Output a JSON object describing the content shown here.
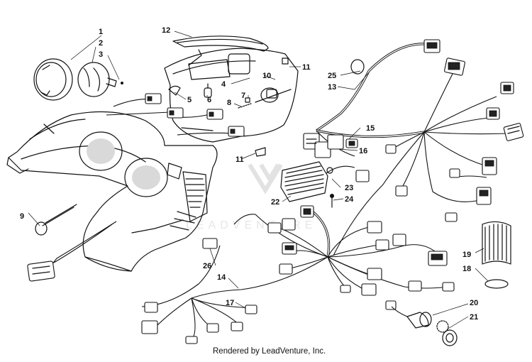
{
  "diagram": {
    "title": "",
    "footer": "Rendered by LeadVenture, Inc.",
    "watermark_text": "LEADVENTURE",
    "labels": [
      {
        "id": "1",
        "text": "1"
      },
      {
        "id": "2",
        "text": "2"
      },
      {
        "id": "3",
        "text": "3"
      },
      {
        "id": "4",
        "text": "4"
      },
      {
        "id": "5",
        "text": "5"
      },
      {
        "id": "6",
        "text": "6"
      },
      {
        "id": "7",
        "text": "7"
      },
      {
        "id": "8",
        "text": "8"
      },
      {
        "id": "9",
        "text": "9"
      },
      {
        "id": "10",
        "text": "10"
      },
      {
        "id": "11a",
        "text": "11"
      },
      {
        "id": "11b",
        "text": "11"
      },
      {
        "id": "12",
        "text": "12"
      },
      {
        "id": "13",
        "text": "13"
      },
      {
        "id": "14",
        "text": "14"
      },
      {
        "id": "15",
        "text": "15"
      },
      {
        "id": "16",
        "text": "16"
      },
      {
        "id": "17",
        "text": "17"
      },
      {
        "id": "18",
        "text": "18"
      },
      {
        "id": "19",
        "text": "19"
      },
      {
        "id": "20",
        "text": "20"
      },
      {
        "id": "21",
        "text": "21"
      },
      {
        "id": "22",
        "text": "22"
      },
      {
        "id": "23",
        "text": "23"
      },
      {
        "id": "24",
        "text": "24"
      },
      {
        "id": "25",
        "text": "25"
      },
      {
        "id": "26",
        "text": "26"
      }
    ]
  }
}
